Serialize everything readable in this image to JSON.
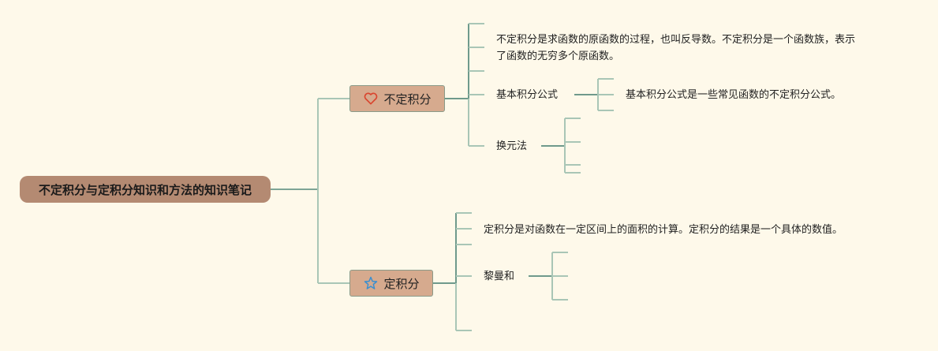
{
  "mindmap": {
    "root": {
      "label": "不定积分与定积分知识和方法的知识笔记"
    },
    "branches": [
      {
        "label": "不定积分",
        "icon": "heart-icon",
        "icon_color": "#d9452e",
        "children": [
          {
            "text": "不定积分是求函数的原函数的过程，也叫反导数。不定积分是一个函数族，表示",
            "text2": "了函数的无穷多个原函数。"
          },
          {
            "text": "基本积分公式",
            "children": [
              {
                "text": "基本积分公式是一些常见函数的不定积分公式。"
              }
            ]
          },
          {
            "text": "换元法",
            "children": []
          }
        ]
      },
      {
        "label": "定积分",
        "icon": "star-icon",
        "icon_color": "#3a8fd0",
        "children": [
          {
            "text": "定积分是对函数在一定区间上的面积的计算。定积分的结果是一个具体的数值。"
          },
          {
            "text": "黎曼和",
            "children": []
          }
        ]
      }
    ]
  },
  "colors": {
    "background": "#fef9ea",
    "root_fill": "#b48a72",
    "branch_fill": "#d6aa8e",
    "line_dark": "#6f9a8c",
    "line_light": "#a9c6b6"
  }
}
